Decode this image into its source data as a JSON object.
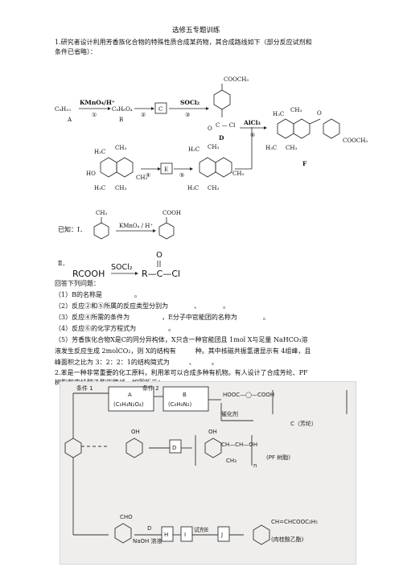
{
  "title": "选修五专题训练",
  "q1": {
    "intro_line1": "1.研究者设计利用芳香族化合物的特殊性质合成某药物，其合成路线如下（部分反应试剂和",
    "intro_line2": "条件已省略）：",
    "scheme": {
      "start": "C₈H₁₀",
      "A": "A",
      "reagent1": "KMnO₄/H⁺",
      "step1": "①",
      "B_formula": "C₈H₆O₄",
      "B": "B",
      "step2": "②",
      "C_box": "C",
      "reagent3": "SOCl₂",
      "step3": "③",
      "D_top": "COOCH₃",
      "D_bottom": "C — Cl",
      "D_O": "O",
      "D": "D",
      "reagent6": "AlCl₃",
      "step6": "⑥",
      "F_ester": "COOCH₃",
      "F": "F",
      "me1": "H₃C",
      "me2": "CH₃",
      "me3": "H₃C",
      "me4": "CH₃",
      "ho": "HO",
      "step4": "④",
      "E_box": "E",
      "step5": "⑤"
    },
    "known_label": "已知：Ⅰ．",
    "known1_top": "CH₃",
    "known1_reagent": "KMnO₄ / H⁺",
    "known1_product": "COOH",
    "known2_label": "Ⅱ．",
    "known2_left": "RCOOH",
    "known2_reagent": "SOCl₂",
    "known2_O": "O",
    "known2_right": "R—C—Cl",
    "answer_intro": "回答下列问题：",
    "sub1": "（1）B的名称是　　　　　。",
    "sub2": "（2）反应②和⑤所属的反应类型分别为　　　　、　　　　。",
    "sub3": "（3）反应④所需的条件为　　　　　，E分子中官能团的名称为　　　　。",
    "sub4": "（4）反应⑥的化学方程式为　　　　　。",
    "sub5_line1": "（5）芳香族化合物X是C的同分异构体，X只含一种官能团且 1mol X与足量 NaHCO₃溶",
    "sub5_line2": "液发生反应生成 2molCO₂，则 X的结构有　　　种。其中核磁共振氢谱显示有 4组峰，且",
    "sub5_line3": "峰面积之比为 3：2：2：1的结构简式为　　　、　　　。"
  },
  "q2": {
    "intro_line1": "2.苯是一种非常重要的化工原料，利用苯可以合成多种有机物。有人设计了合成芳纶、PF",
    "intro_line2": "树脂和肉桂酸乙酯的路线，如图所示：",
    "photo": {
      "cond1": "条件 1",
      "A_box": "A",
      "A_formula": "(C₆H₄N₂O₄)",
      "cond2": "条件 2",
      "B_box": "B",
      "B_formula": "(C₆H₈N₂)",
      "acid": "HOOC—◯—COOH",
      "catalyst": "催化剂",
      "C_label": "C（芳纶）",
      "OH1": "OH",
      "D_box": "D",
      "OH2": "OH",
      "pf_top": "CH—CH—OH",
      "pf_ch3": "CH₃",
      "pf_n": "n",
      "pf_label": "(PF 树脂)",
      "cho": "CHO",
      "naoh": "NaOH 溶液",
      "H_box": "H",
      "I_box": "I",
      "reagent_E": "试剂E",
      "J_box": "J",
      "cinnamate": "CH=CHCOOC₂H₅",
      "cinnamate_label": "(肉桂酸乙酯)",
      "D2": "D"
    }
  }
}
